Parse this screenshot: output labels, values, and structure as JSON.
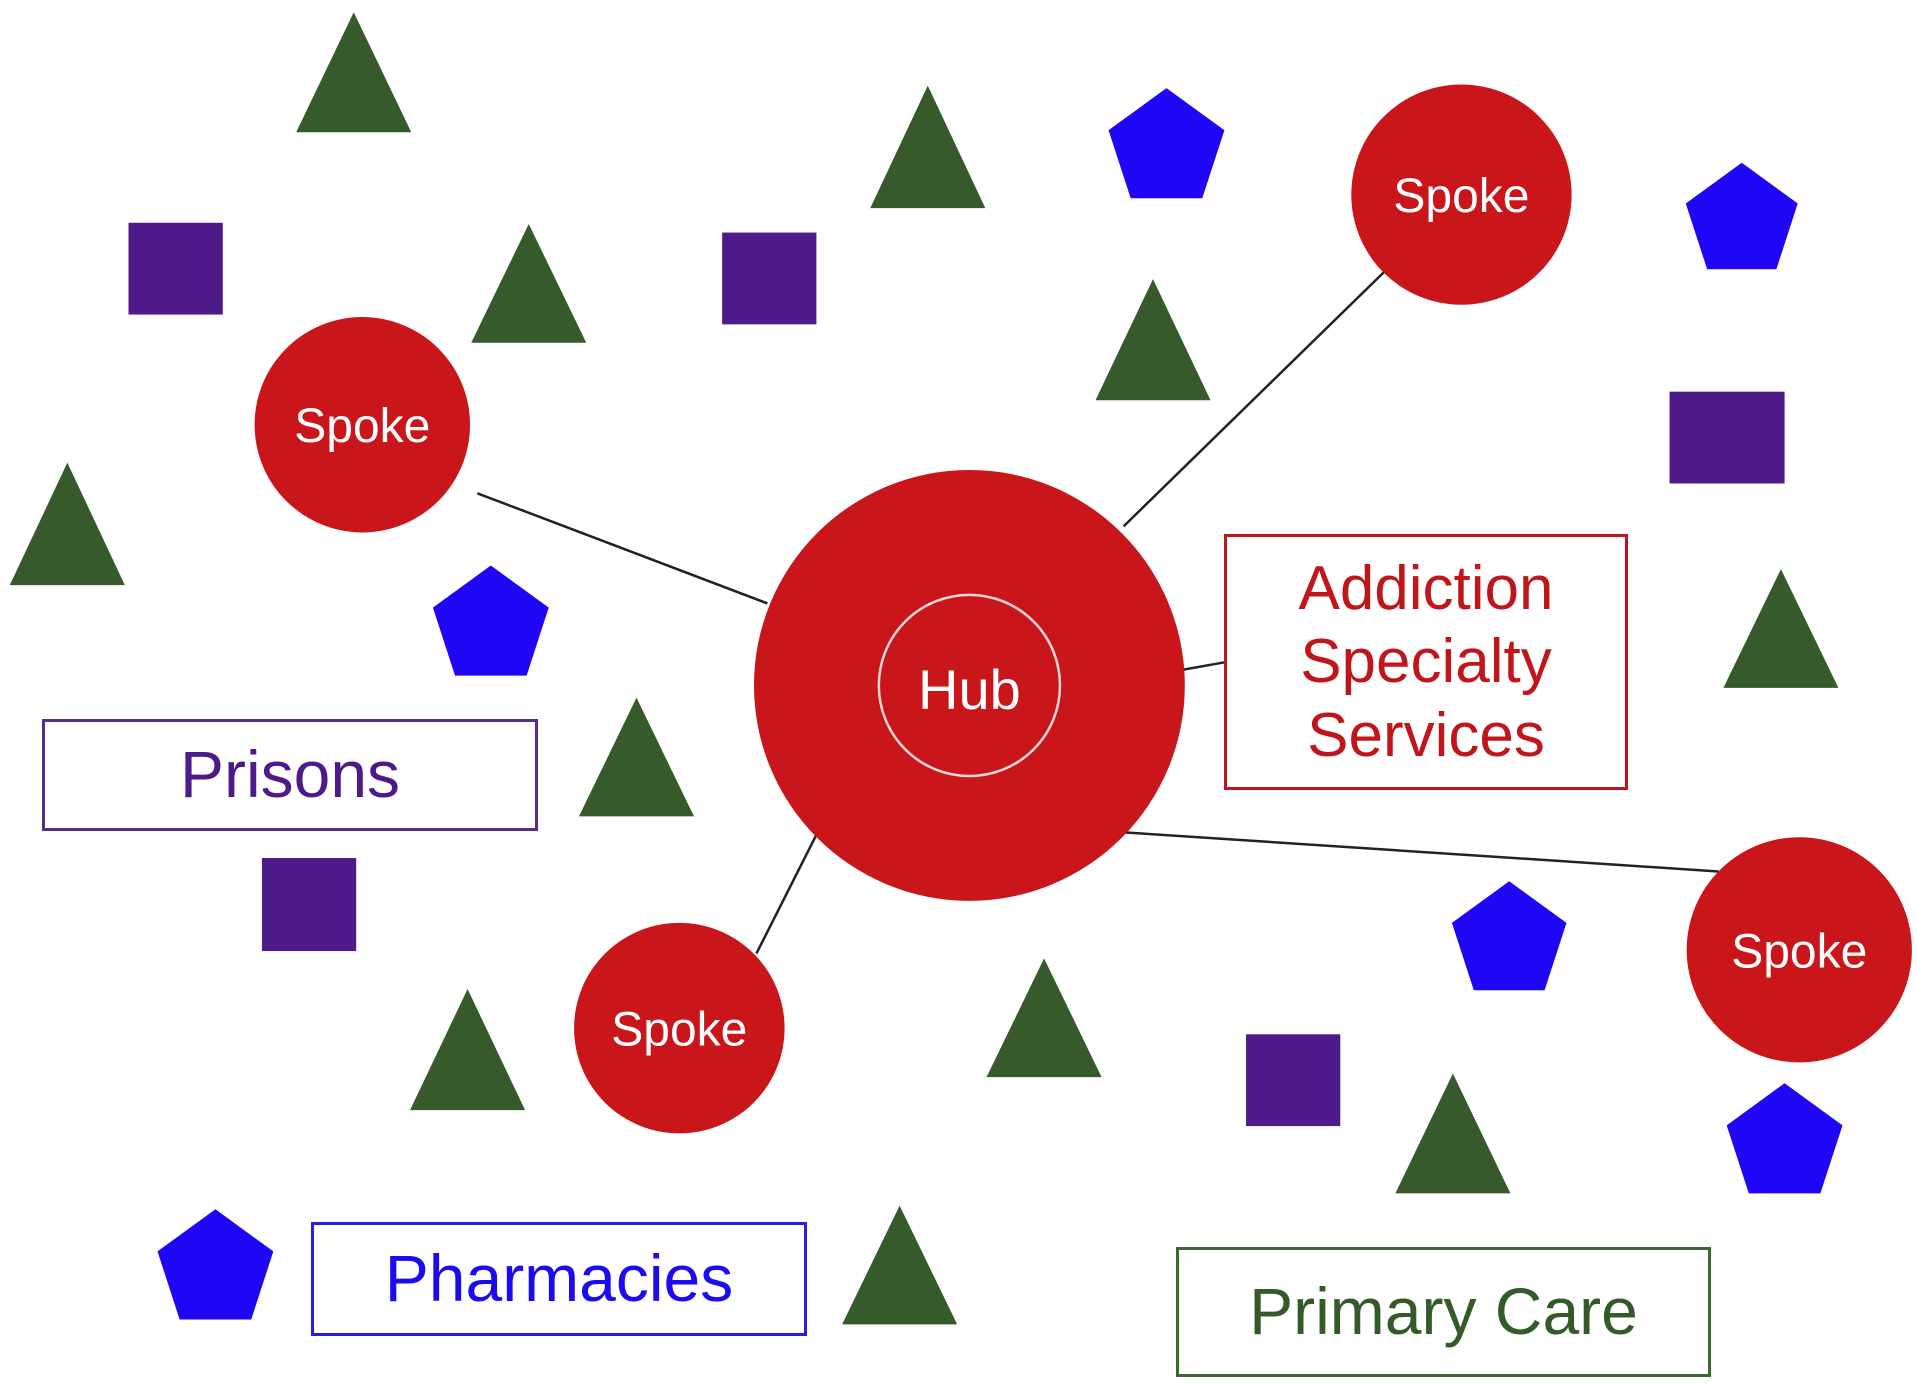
{
  "diagram": {
    "title": "Hub and Spoke model",
    "colors": {
      "hub": "#c8161b",
      "spoke": "#c8161b",
      "node_text": "#ffffff",
      "connector": "#222222",
      "triangle": "#365a2c",
      "square": "#4f1a8a",
      "pentagon": "#1f06f5",
      "addiction_label": "#c0161b",
      "prisons_label": "#4e1a8a",
      "pharmacies_label": "#1c0bf0",
      "primary_care_label": "#355a2a"
    },
    "hub": {
      "label": "Hub"
    },
    "spokes": [
      {
        "label": "Spoke"
      },
      {
        "label": "Spoke"
      },
      {
        "label": "Spoke"
      },
      {
        "label": "Spoke"
      }
    ],
    "legend_boxes": {
      "addiction": {
        "lines": [
          "Addiction",
          "Specialty",
          "Services"
        ]
      },
      "prisons": {
        "label": "Prisons",
        "shape": "square"
      },
      "pharmacies": {
        "label": "Pharmacies",
        "shape": "pentagon"
      },
      "primary_care": {
        "label": "Primary Care",
        "shape": "triangle"
      }
    },
    "counts": {
      "triangles": 11,
      "squares": 5,
      "pentagons": 6,
      "spokes": 4
    }
  }
}
